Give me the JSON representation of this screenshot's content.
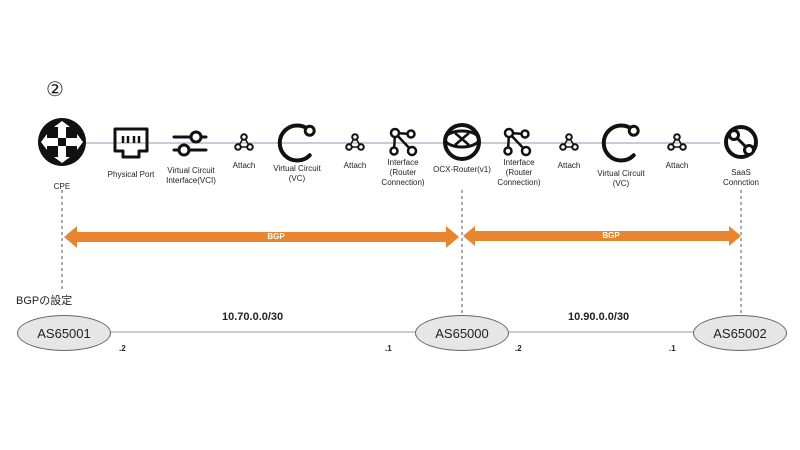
{
  "step_marker": "②",
  "section_label": "BGPの設定",
  "chain": [
    {
      "name": "cpe",
      "icon": "router-icon",
      "label": "CPE"
    },
    {
      "name": "physical-port",
      "icon": "ethernet-port-icon",
      "label": "Physical Port"
    },
    {
      "name": "vci",
      "icon": "sliders-icon",
      "label": "Virtual Circuit\nInterface(VCI)"
    },
    {
      "name": "attach-1",
      "icon": "attach-icon",
      "label": "Attach"
    },
    {
      "name": "vc-1",
      "icon": "virtual-circuit-icon",
      "label": "Virtual Circuit\n(VC)"
    },
    {
      "name": "attach-2",
      "icon": "attach-icon",
      "label": "Attach"
    },
    {
      "name": "interface-1",
      "icon": "interface-icon",
      "label": "Interface\n(Router\nConnection)"
    },
    {
      "name": "ocx-router",
      "icon": "cloud-router-icon",
      "label": "OCX-Router(v1)"
    },
    {
      "name": "interface-2",
      "icon": "interface-icon",
      "label": "Interface\n(Router\nConnection)"
    },
    {
      "name": "attach-3",
      "icon": "attach-icon",
      "label": "Attach"
    },
    {
      "name": "vc-2",
      "icon": "virtual-circuit-icon",
      "label": "Virtual Circuit\n(VC)"
    },
    {
      "name": "attach-4",
      "icon": "attach-icon",
      "label": "Attach"
    },
    {
      "name": "saas",
      "icon": "saas-connection-icon",
      "label": "SaaS\nConnction"
    }
  ],
  "bgp_arrows": [
    "BGP",
    "BGP"
  ],
  "as_nodes": [
    "AS65001",
    "AS65000",
    "AS65002"
  ],
  "subnets": [
    "10.70.0.0/30",
    "10.90.0.0/30"
  ],
  "ip_labels": [
    ".2",
    ".1",
    ".2",
    ".1"
  ],
  "colors": {
    "arrow": "#e8852e",
    "node_fill": "#e6e6e6",
    "icon": "#111111",
    "line": "#8a9bb5"
  }
}
